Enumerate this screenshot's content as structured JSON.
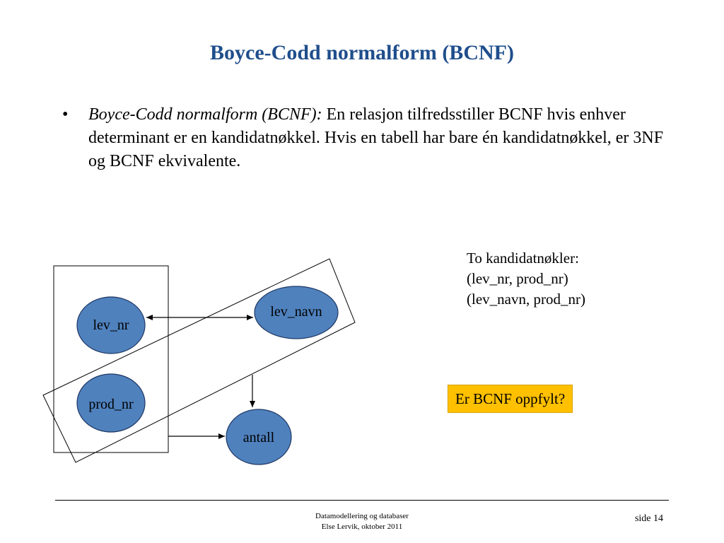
{
  "title": "Boyce-Codd normalform (BCNF)",
  "bullet": {
    "term": "Boyce-Codd normalform (BCNF):",
    "text": " En relasjon tilfredsstiller BCNF hvis enhver determinant er en kandidatnøkkel. Hvis en tabell har bare én kandidatnøkkel, er 3NF og BCNF ekvivalente."
  },
  "diagram": {
    "nodes": {
      "lev_nr": "lev_nr",
      "lev_navn": "lev_navn",
      "prod_nr": "prod_nr",
      "antall": "antall"
    },
    "node_fill": "#4f81bd"
  },
  "candidate_keys": {
    "heading": "To kandidatnøkler:",
    "keys": [
      "(lev_nr, prod_nr)",
      "(lev_navn, prod_nr)"
    ]
  },
  "question": "Er BCNF oppfylt?",
  "footer": {
    "line1": "Datamodellering og databaser",
    "line2": "Else Lervik, oktober 2011",
    "page": "side 14"
  },
  "colors": {
    "title": "#1f4e8c",
    "question_bg": "#ffc000"
  }
}
